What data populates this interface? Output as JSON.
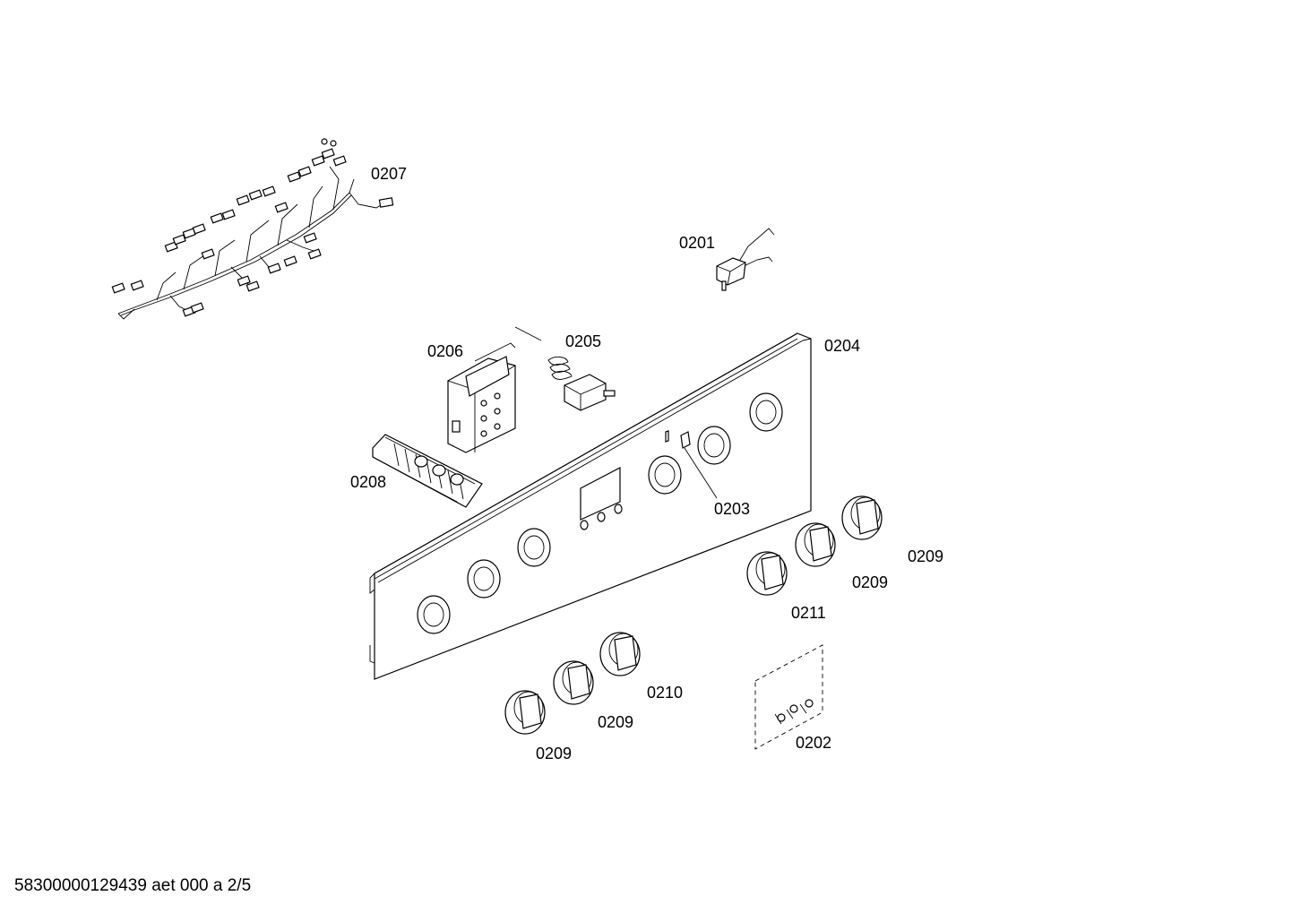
{
  "labels": {
    "p0201": "0201",
    "p0202": "0202",
    "p0203": "0203",
    "p0204": "0204",
    "p0205": "0205",
    "p0206": "0206",
    "p0207": "0207",
    "p0208": "0208",
    "p0209_a": "0209",
    "p0209_b": "0209",
    "p0209_c": "0209",
    "p0209_d": "0209",
    "p0210": "0210",
    "p0211": "0211"
  },
  "footer": "58300000129439 aet 000 a 2/5"
}
